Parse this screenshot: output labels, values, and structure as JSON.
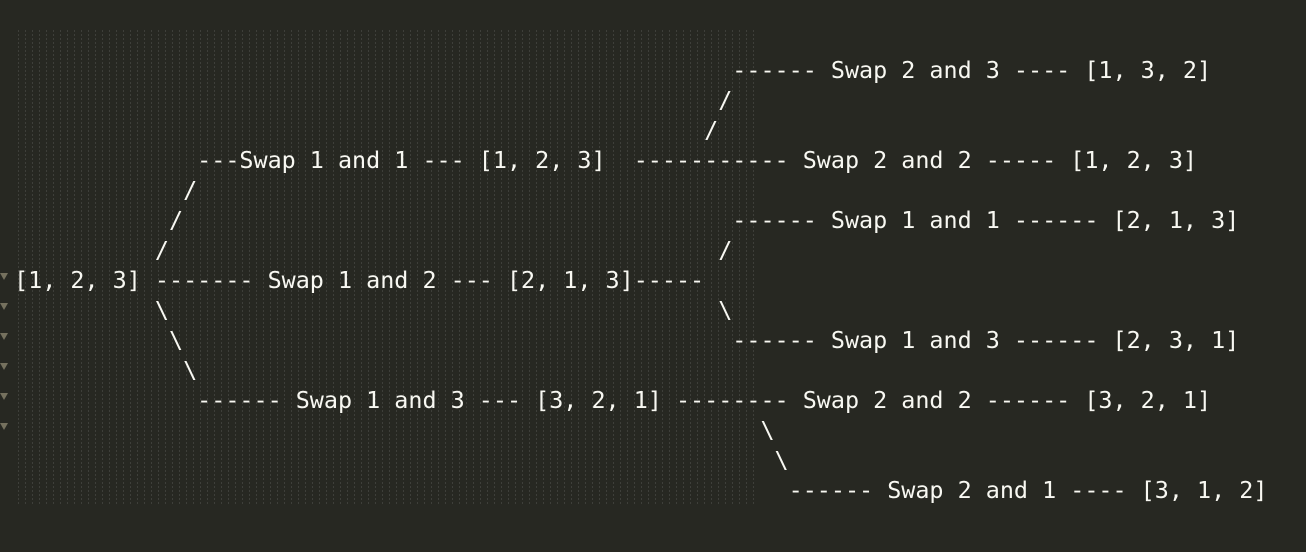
{
  "editor": {
    "lines": [
      "                                                    ------ Swap 2 and 3 ---- [1, 3, 2]",
      "                                                   /",
      "                                                  /",
      "              ---Swap 1 and 1 --- [1, 2, 3]  ----------- Swap 2 and 2 ----- [1, 2, 3]",
      "             /",
      "            /                                       ------ Swap 1 and 1 ------ [2, 1, 3]",
      "           /                                       /",
      " [1, 2, 3] ------- Swap 1 and 2 --- [2, 1, 3]-----",
      "           \\                                       \\",
      "            \\                                       ------ Swap 1 and 3 ------ [2, 3, 1]",
      "             \\",
      "              ------ Swap 1 and 3 --- [3, 2, 1] -------- Swap 2 and 2 ------ [3, 2, 1]",
      "                                                      \\",
      "                                                       \\",
      "                                                        ------ Swap 2 and 1 ---- [3, 1, 2]"
    ],
    "fold_markers": [
      "fold-arrow-icon",
      "fold-arrow-icon",
      "fold-arrow-icon",
      "fold-arrow-icon",
      "fold-arrow-icon",
      "fold-arrow-icon"
    ]
  },
  "theme": {
    "background": "#272822",
    "foreground": "#f8f8f2",
    "gutter_marker": "#75715e"
  }
}
